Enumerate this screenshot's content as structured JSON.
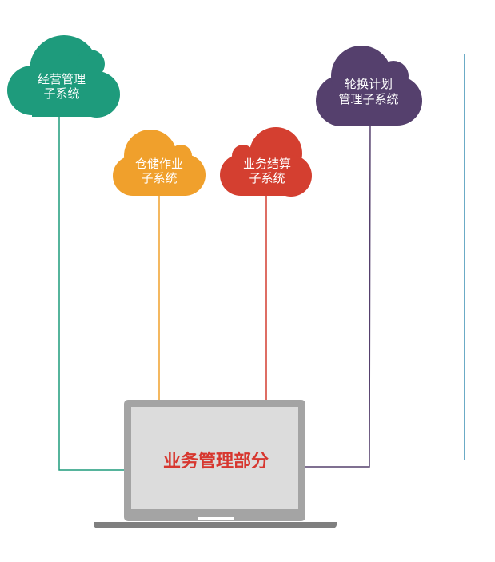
{
  "clouds": [
    {
      "id": "management",
      "line1": "经营管理",
      "line2": "子系统",
      "color": "#1e9b7c"
    },
    {
      "id": "warehouse",
      "line1": "仓储作业",
      "line2": "子系统",
      "color": "#f0a02c"
    },
    {
      "id": "settlement",
      "line1": "业务结算",
      "line2": "子系统",
      "color": "#d43f30"
    },
    {
      "id": "rotation",
      "line1": "轮换计划",
      "line2": "管理子系统",
      "color": "#55406d"
    }
  ],
  "laptop": {
    "label": "业务管理部分",
    "label_color": "#d7372f"
  },
  "colors": {
    "divider": "#3a8fb3",
    "laptop_frame": "#a4a4a4",
    "laptop_screen": "#dcdcdc",
    "laptop_base": "#7f7f7f"
  }
}
